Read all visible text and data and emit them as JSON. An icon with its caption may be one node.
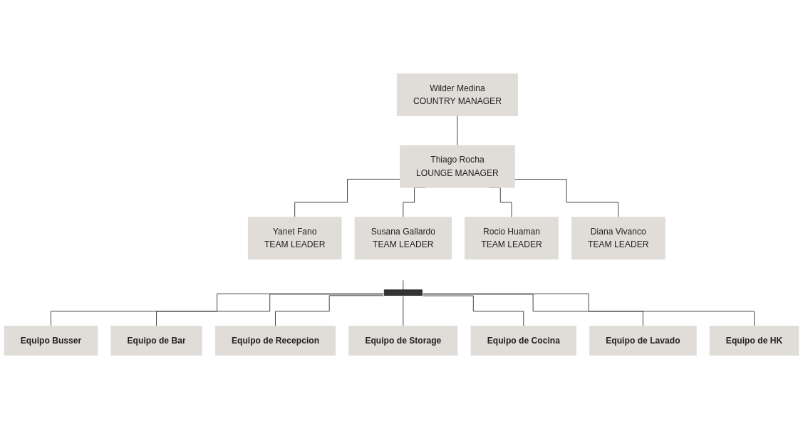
{
  "diagram": {
    "nodes": [
      {
        "text": [
          "Wilder Medina",
          "COUNTRY MANAGER"
        ]
      },
      {
        "text": [
          "Thiago Rocha",
          "LOUNGE MANAGER"
        ]
      },
      {
        "text": [
          "Yanet Fano",
          "TEAM LEADER"
        ]
      },
      {
        "text": [
          "Susana Gallardo",
          "TEAM LEADER"
        ]
      },
      {
        "text": [
          "Rocio Huaman",
          "TEAM LEADER"
        ]
      },
      {
        "text": [
          "Diana Vivanco",
          "TEAM LEADER"
        ]
      },
      {
        "text": [],
        "shape": "bar"
      },
      {
        "text": [
          "Equipo de Recepcion"
        ]
      },
      {
        "text": [
          "Equipo de Storage"
        ]
      },
      {
        "text": [
          "Equipo de Cocina"
        ]
      },
      {
        "text": [
          "Equipo de Bar"
        ]
      },
      {
        "text": [
          "Equipo de Lavado"
        ]
      },
      {
        "text": [
          "Equipo Busser"
        ]
      },
      {
        "text": [
          "Equipo de HK"
        ]
      }
    ],
    "edges": [
      {
        "from": 0,
        "to": 1,
        "arrow": "none"
      },
      {
        "from": 1,
        "to": 2,
        "arrow": "none"
      },
      {
        "from": 1,
        "to": 3,
        "arrow": "none"
      },
      {
        "from": 1,
        "to": 4,
        "arrow": "none"
      },
      {
        "from": 1,
        "to": 5,
        "arrow": "none"
      },
      {
        "from": null,
        "to": 6,
        "arrow": "none"
      },
      {
        "from": 6,
        "to": 12,
        "arrow": "none"
      },
      {
        "from": 6,
        "to": 10,
        "arrow": "none"
      },
      {
        "from": 6,
        "to": 7,
        "arrow": "none"
      },
      {
        "from": 6,
        "to": 8,
        "arrow": "none"
      },
      {
        "from": 6,
        "to": 9,
        "arrow": "none"
      },
      {
        "from": 6,
        "to": 11,
        "arrow": "none"
      },
      {
        "from": 6,
        "to": 13,
        "arrow": "none"
      }
    ]
  }
}
